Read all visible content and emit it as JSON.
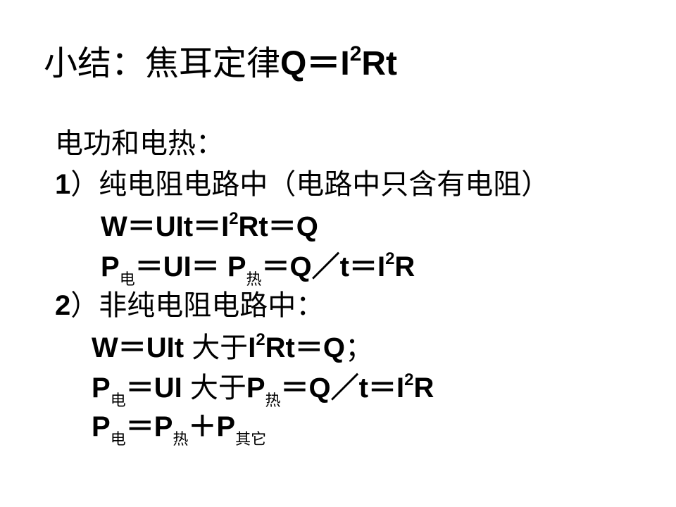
{
  "title": {
    "prefix": "小结：焦耳定律",
    "formula_base": "Q＝I",
    "formula_exp": "2",
    "formula_tail": "Rt"
  },
  "heading": "电功和电热：",
  "case1": {
    "num": "1",
    "label": "）纯电阻电路中（电路中只含有电阻）",
    "line1": {
      "a": "W＝UIt＝I",
      "exp": "2",
      "b": "Rt＝Q"
    },
    "line2": {
      "p1": "P",
      "sub1": "电",
      "mid": "＝UI＝ P",
      "sub2": "热",
      "tail": "＝Q／t＝I",
      "exp": "2",
      "end": "R"
    }
  },
  "case2": {
    "num": "2",
    "label": "）非纯电阻电路中：",
    "line1": {
      "a": "W＝UIt ",
      "gt": "大于",
      "b": "I",
      "exp": "2",
      "c": "Rt＝Q",
      "semi": "；"
    },
    "line2": {
      "p1": "P",
      "sub1": "电",
      "mid": "＝UI ",
      "gt": "大于",
      "p2": "P",
      "sub2": "热",
      "tail": "＝Q／t＝I",
      "exp": "2",
      "end": "R"
    },
    "line3": {
      "p1": "P",
      "sub1": "电",
      "eq": "＝P",
      "sub2": "热",
      "plus": "＋P",
      "sub3": "其它"
    }
  }
}
